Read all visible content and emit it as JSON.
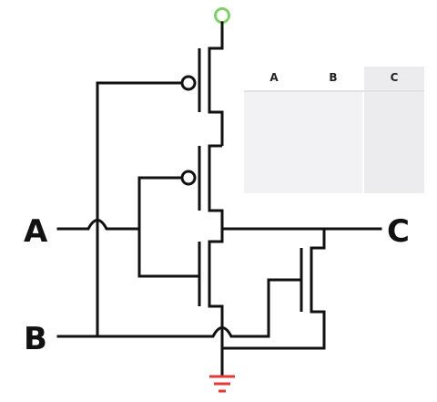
{
  "inputs": {
    "a_label": "A",
    "b_label": "B"
  },
  "output": {
    "c_label": "C"
  },
  "truth_table": {
    "headers": [
      "A",
      "B",
      "C"
    ]
  },
  "colors": {
    "supply_terminal": "#7fcf6a",
    "ground": "#e53935",
    "wire": "#111111"
  }
}
